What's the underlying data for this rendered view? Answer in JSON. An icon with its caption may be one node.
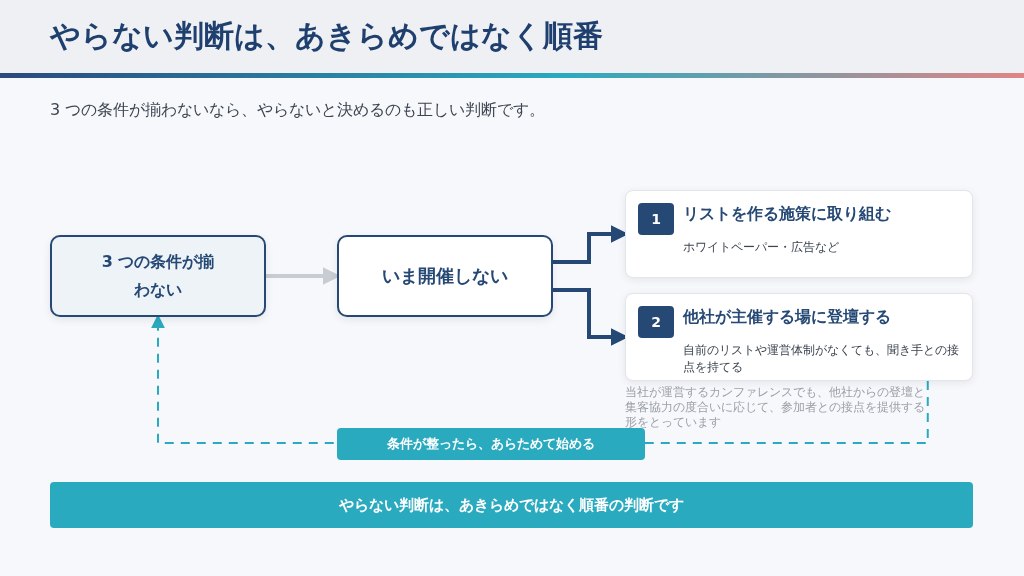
{
  "diagram": {
    "title": "やらない判断は、あきらめではなく順番",
    "nodes": [
      {
        "text": [
          "3 つの条件が揃わない"
        ]
      },
      {
        "text": [
          "いま開催しない"
        ]
      },
      {
        "text": [
          "1",
          "リストを作る施策に取り組む",
          "ホワイトペーパー・広告など"
        ]
      },
      {
        "text": [
          "2",
          "他社が主催する場に登壇する",
          "自前のリストや運営体制がなくても、聞き手との接点を持てる"
        ],
        "beside": [
          "当社が運営するカンファレンスでも、他社からの登壇と集客協力の度合いに応じて、参加者との接点を提供する形をとっています"
        ]
      },
      {
        "text": [
          "やらない判断は、あきらめではなく順番の判断です"
        ]
      }
    ],
    "edges": [
      {
        "from": 0,
        "to": 1,
        "arrow": "to",
        "color": "#c8cdd3"
      },
      {
        "from": 1,
        "to": 2,
        "arrow": "to"
      },
      {
        "from": 1,
        "to": 3,
        "arrow": "to"
      },
      {
        "from": 3,
        "to": 0,
        "arrow": "to",
        "label": "条件が整ったら、あらためて始める",
        "style": "dashed",
        "color": "#2aaabf"
      }
    ],
    "labels": [
      "3 つの条件が揃わないなら、やらないと決めるのも正しい判断です。"
    ]
  }
}
